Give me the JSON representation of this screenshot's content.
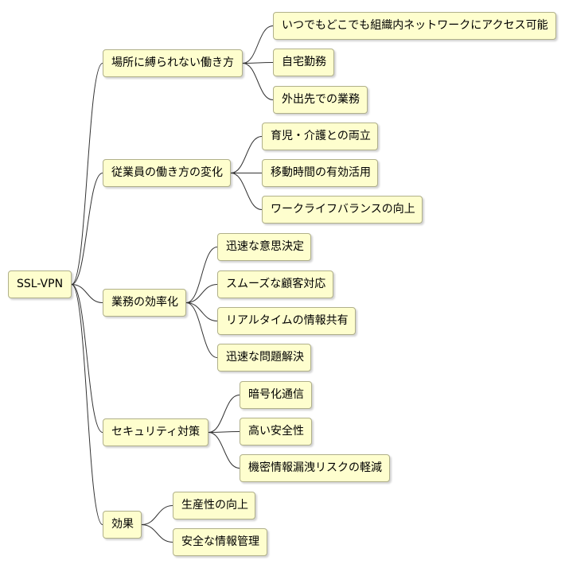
{
  "colors": {
    "node_fill": "#fefece",
    "node_border": "#b0b08a",
    "edge": "#333333"
  },
  "mindmap": {
    "root": "SSL-VPN",
    "branches": [
      {
        "label": "場所に縛られない働き方",
        "children": [
          "いつでもどこでも組織内ネットワークにアクセス可能",
          "自宅勤務",
          "外出先での業務"
        ]
      },
      {
        "label": "従業員の働き方の変化",
        "children": [
          "育児・介護との両立",
          "移動時間の有効活用",
          "ワークライフバランスの向上"
        ]
      },
      {
        "label": "業務の効率化",
        "children": [
          "迅速な意思決定",
          "スムーズな顧客対応",
          "リアルタイムの情報共有",
          "迅速な問題解決"
        ]
      },
      {
        "label": "セキュリティ対策",
        "children": [
          "暗号化通信",
          "高い安全性",
          "機密情報漏洩リスクの軽減"
        ]
      },
      {
        "label": "効果",
        "children": [
          "生産性の向上",
          "安全な情報管理"
        ]
      }
    ]
  }
}
